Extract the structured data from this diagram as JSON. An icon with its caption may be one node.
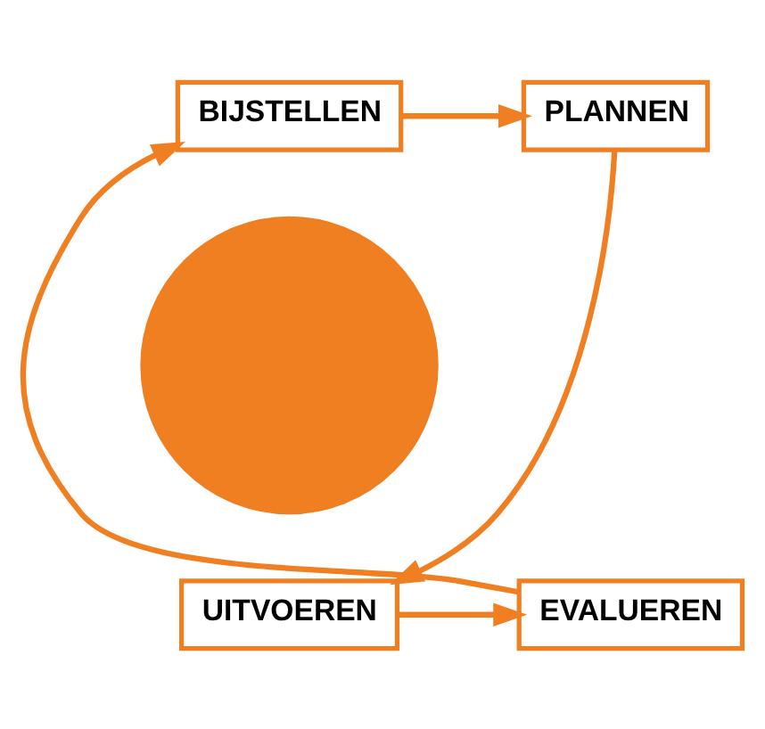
{
  "diagram": {
    "nodes": [
      {
        "text": [
          "BIJSTELLEN"
        ]
      },
      {
        "text": [
          "PLANNEN"
        ]
      },
      {
        "text": [
          "EVALUEREN"
        ]
      },
      {
        "text": [
          "UITVOEREN"
        ]
      },
      {
        "text": [],
        "shape": "circle"
      }
    ],
    "edges": [
      {
        "from": 0,
        "to": 1,
        "arrow": "to"
      },
      {
        "from": 1,
        "to": 3,
        "arrow": "to"
      },
      {
        "from": 3,
        "to": 2,
        "arrow": "to"
      },
      {
        "from": 2,
        "to": 0,
        "arrow": "to"
      }
    ]
  }
}
